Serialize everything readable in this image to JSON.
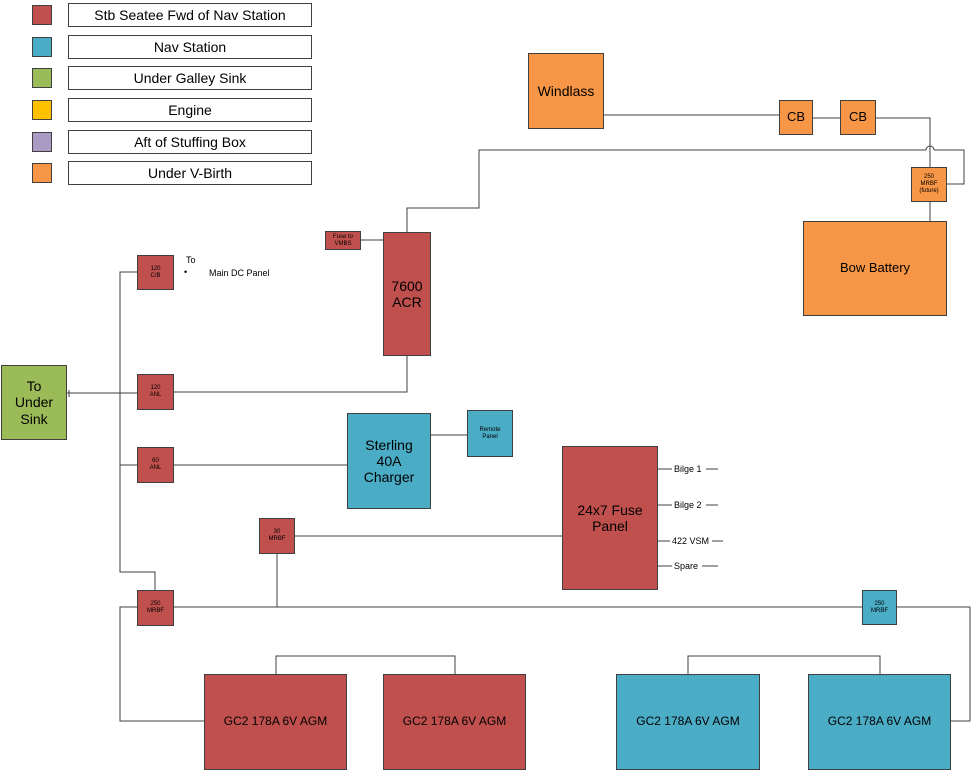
{
  "legend": [
    {
      "label": "Stb Seatee Fwd of Nav Station",
      "color": "#c0504d"
    },
    {
      "label": "Nav Station",
      "color": "#4bacc6"
    },
    {
      "label": "Under Galley Sink",
      "color": "#9bbb59"
    },
    {
      "label": "Engine",
      "color": "#ffc000"
    },
    {
      "label": "Aft of Stuffing Box",
      "color": "#a99bc4"
    },
    {
      "label": "Under V-Birth",
      "color": "#f79646"
    }
  ],
  "nodes": {
    "windlass": "Windlass",
    "cb1": "CB",
    "cb2": "CB",
    "mrbf_future": "250\nMRBF\n(future)",
    "bow_battery": "Bow Battery",
    "fuse_vmbs": "Fuse to\nVMBS",
    "acr": "7600\nACR",
    "cb120": "120\nC/B",
    "to_label": "To",
    "main_dc_panel": "Main DC Panel",
    "under_sink": "To\nUnder\nSink",
    "anl120": "120\nANL",
    "anl60": "60\nANL",
    "charger": "Sterling\n40A\nCharger",
    "remote_panel": "Remote\nPanel",
    "fuse_panel": "24x7 Fuse\nPanel",
    "mrbf30": "30\nMRBF",
    "mrbf250_left": "250\nMRBF",
    "mrbf250_right": "250\nMRBF",
    "battery1": "GC2 178A 6V AGM",
    "battery2": "GC2 178A 6V AGM",
    "battery3": "GC2 178A 6V AGM",
    "battery4": "GC2 178A 6V AGM"
  },
  "fuse_panel_circuits": [
    "Bilge 1",
    "Bilge 2",
    "422 VSM",
    "Spare"
  ]
}
